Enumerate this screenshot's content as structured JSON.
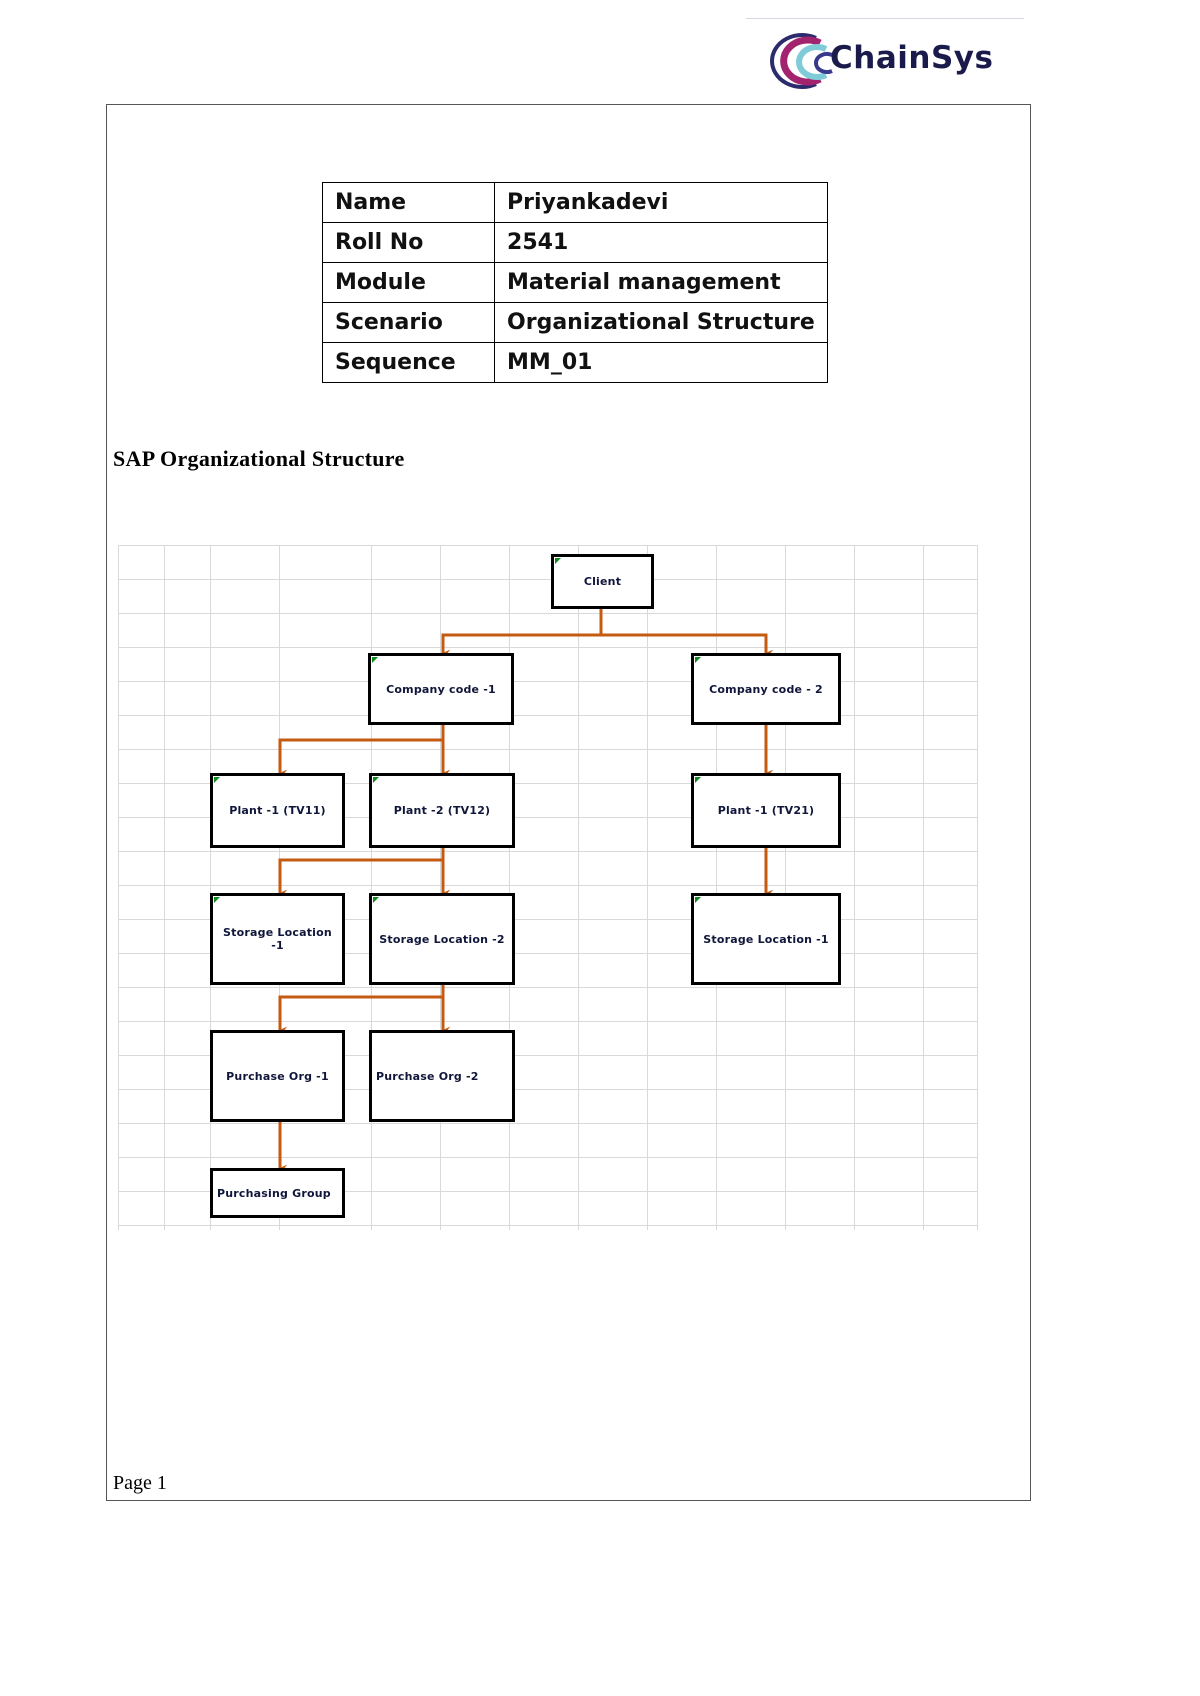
{
  "header": {
    "logo_text_primary": "Chain",
    "logo_text_secondary": "Sys",
    "logo_name": "ChainSys",
    "arc_colors": [
      "#2b2b6e",
      "#a3246e",
      "#7fcbd8",
      "#3a3a8c"
    ]
  },
  "info_table": {
    "rows": [
      {
        "key": "Name",
        "value": "Priyankadevi"
      },
      {
        "key": "Roll No",
        "value": "2541"
      },
      {
        "key": "Module",
        "value": "Material management"
      },
      {
        "key": "Scenario",
        "value": "Organizational Structure"
      },
      {
        "key": "Sequence",
        "value": "MM_01"
      }
    ]
  },
  "section": {
    "heading": "SAP Organizational Structure"
  },
  "chart_data": {
    "type": "diagram",
    "title": "SAP Organizational Structure",
    "layout": "top-down hierarchy on spreadsheet grid",
    "grid": true,
    "grid_color": "#d9d9d9",
    "node_border_color": "#000000",
    "edge_color": "#c55a11",
    "corner_marker_color": "#0b8a1e",
    "nodes": [
      {
        "id": "client",
        "label": "Client",
        "level": 0
      },
      {
        "id": "cc1",
        "label": "Company code -1",
        "level": 1
      },
      {
        "id": "cc2",
        "label": "Company code - 2",
        "level": 1
      },
      {
        "id": "p11",
        "label": "Plant -1 (TV11)",
        "level": 2
      },
      {
        "id": "p12",
        "label": "Plant -2 (TV12)",
        "level": 2
      },
      {
        "id": "p21",
        "label": "Plant -1 (TV21)",
        "level": 2
      },
      {
        "id": "sl1",
        "label": "Storage Location -1",
        "level": 3
      },
      {
        "id": "sl2",
        "label": "Storage Location -2",
        "level": 3
      },
      {
        "id": "sl21",
        "label": "Storage Location -1",
        "level": 3
      },
      {
        "id": "po1",
        "label": "Purchase  Org -1",
        "level": 4
      },
      {
        "id": "po2",
        "label": "Purchase  Org -2",
        "level": 4
      },
      {
        "id": "pg1",
        "label": "Purchasing Group",
        "level": 5
      }
    ],
    "edges": [
      {
        "from": "client",
        "to": "cc1"
      },
      {
        "from": "client",
        "to": "cc2"
      },
      {
        "from": "cc1",
        "to": "p11"
      },
      {
        "from": "cc1",
        "to": "p12"
      },
      {
        "from": "cc2",
        "to": "p21"
      },
      {
        "from": "p11",
        "to": "sl1"
      },
      {
        "from": "p12",
        "to": "sl2"
      },
      {
        "from": "p21",
        "to": "sl21"
      },
      {
        "from": "sl1",
        "to": "po1"
      },
      {
        "from": "sl2",
        "to": "po2"
      },
      {
        "from": "po1",
        "to": "pg1"
      }
    ]
  },
  "footer": {
    "page_label": "Page 1"
  }
}
